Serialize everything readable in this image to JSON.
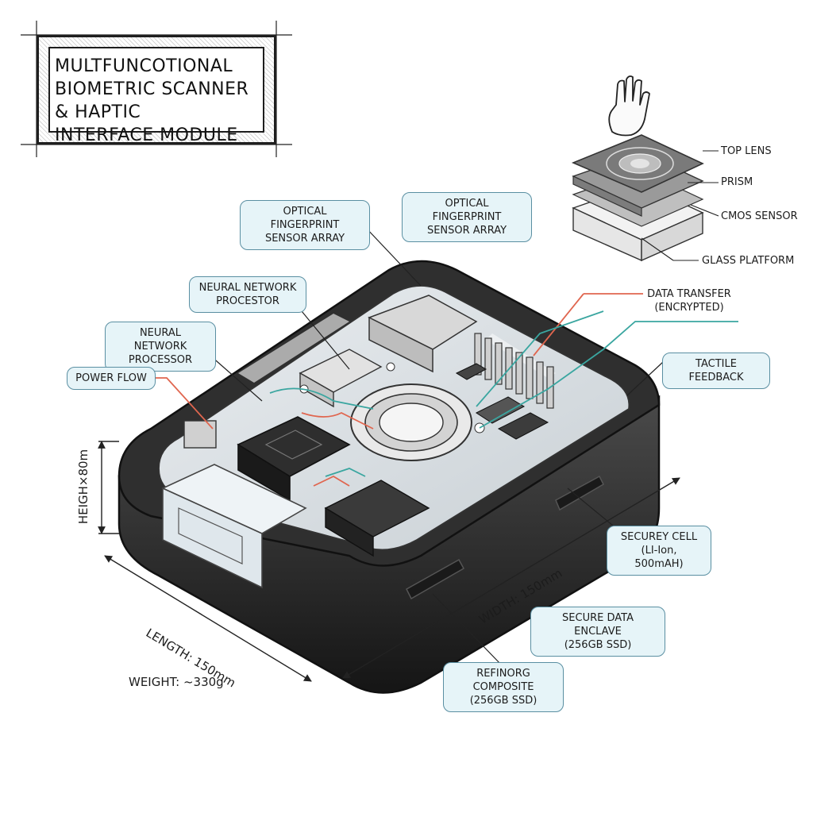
{
  "title": "MULTFUNCOTIONAL\nBIOMETRIC SCANNER\n& HAPTIC\nINTERFACE MODULE",
  "callouts": {
    "optical_sensor_1": "OPTICAL FINGERPRINT\nSENSOR ARRAY",
    "optical_sensor_2": "OPTICAL FINGERPRINT\nSENSOR ARRAY",
    "neural_procestor": "NEURAL NETWORK\nPROCESTOR",
    "neural_processor": "NEURAL NETWORK\nPROCESSOR",
    "power_flow": "POWER FLOW",
    "tactile_feedback": "TACTILE FEEDBACK",
    "securey_cell": "SECUREY CELL\n(LI-Ion, 500mAH)",
    "secure_data_enclave": "SECURE DATA ENCLAVE\n(256GB SSD)",
    "refinory_composite": "REFINORG COMPOSITE\n(256GB SSD)"
  },
  "data_transfer": "DATA TRANSFER\n(ENCRYPTED)",
  "sensor_stack": {
    "top_lens": "TOP LENS",
    "prism": "PRISM",
    "cmos_sensor": "CMOS SENSOR",
    "glass_platform": "GLASS PLATFORM"
  },
  "dimensions": {
    "height": "HEIGH×80m",
    "length": "LENGTH: 150mm",
    "width": "WIDTH: 150mm",
    "weight": "WEIGHT: ~330g"
  },
  "colors": {
    "casing": "#2b2b2b",
    "callout_fill": "#e6f4f8",
    "callout_border": "#5a8fa2",
    "power_line": "#e0664f",
    "data_line": "#3aa6a0"
  },
  "icons": [
    "hand-icon"
  ]
}
